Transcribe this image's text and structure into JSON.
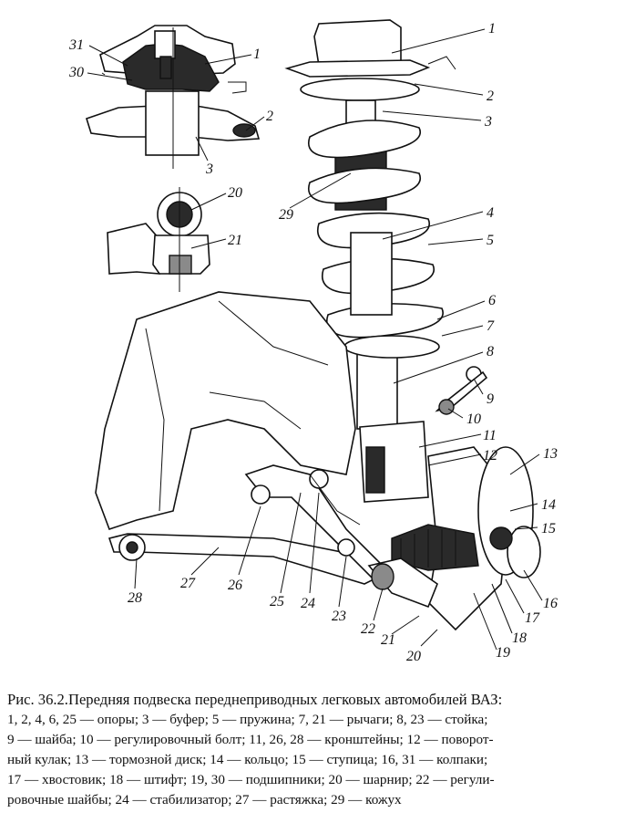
{
  "figure": {
    "labels": [
      "1",
      "2",
      "3",
      "4",
      "5",
      "6",
      "7",
      "8",
      "9",
      "10",
      "11",
      "12",
      "13",
      "14",
      "15",
      "16",
      "17",
      "18",
      "19",
      "20",
      "21",
      "22",
      "23",
      "24",
      "25",
      "26",
      "27",
      "28",
      "29",
      "30",
      "31"
    ],
    "inset_labels": [
      "31",
      "30",
      "1",
      "2",
      "3",
      "20",
      "21"
    ]
  },
  "caption": {
    "title": "Рис. 36.2.Передняя подвеска переднеприводных легковых автомобилей ВАЗ:",
    "lines": [
      "1, 2, 4, 6, 25 — опоры; 3 — буфер; 5 — пружина; 7, 21 — рычаги; 8, 23 — стойка;",
      "9 — шайба; 10 — регулировочный болт; 11, 26, 28 — кронштейны; 12 — поворот-",
      "ный кулак; 13 — тормозной диск; 14 — кольцо; 15 — ступица; 16, 31 — колпаки;",
      "17 — хвостовик; 18 — штифт; 19, 30 — подшипники; 20 — шарнир; 22 — регули-",
      "ровочные шайбы; 24 — стабилизатор; 27 — растяжка; 29 — кожух"
    ]
  }
}
